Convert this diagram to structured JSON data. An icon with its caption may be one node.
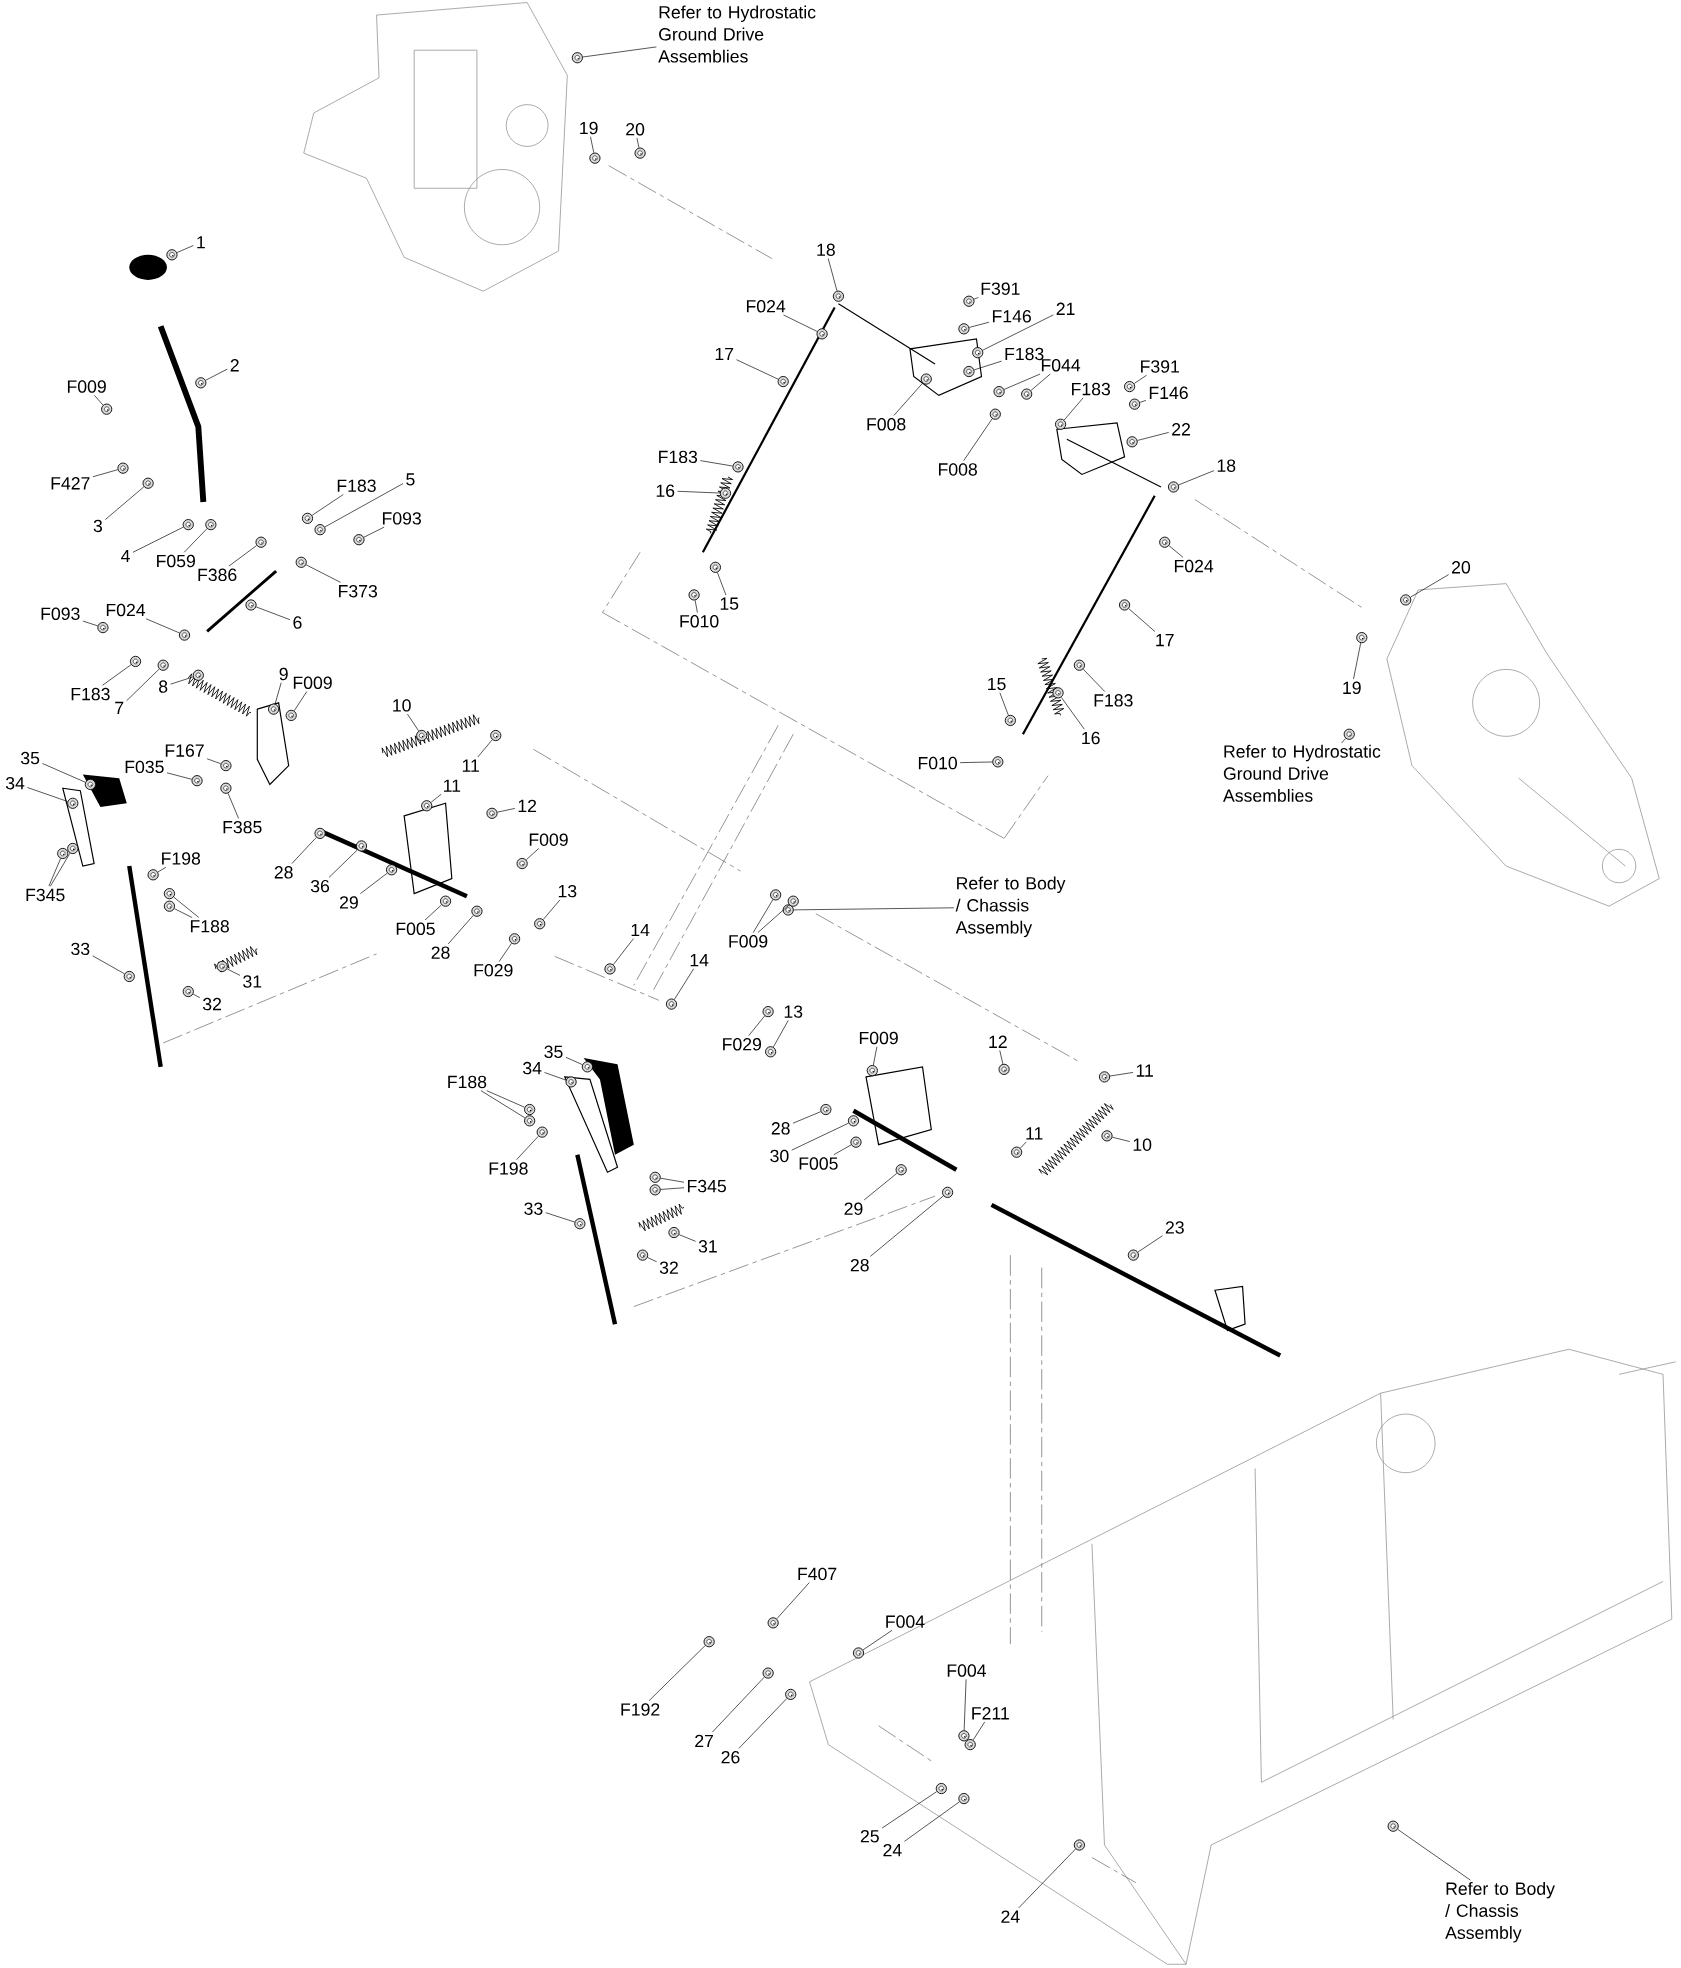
{
  "diagram": {
    "nodes": [
      {
        "text": [
          "Refer to Hydrostatic Ground Drive Assemblies"
        ]
      },
      {
        "text": [
          "19"
        ]
      },
      {
        "text": [
          "20"
        ]
      },
      {
        "text": [
          "1"
        ]
      },
      {
        "text": [
          "18"
        ]
      },
      {
        "text": [
          "F391"
        ]
      },
      {
        "text": [
          "F024"
        ]
      },
      {
        "text": [
          "F146"
        ]
      },
      {
        "text": [
          "21"
        ]
      },
      {
        "text": [
          "17"
        ]
      },
      {
        "text": [
          "F183"
        ]
      },
      {
        "text": [
          "F044"
        ]
      },
      {
        "text": [
          "2"
        ]
      },
      {
        "text": [
          "F391"
        ]
      },
      {
        "text": [
          "F009"
        ]
      },
      {
        "text": [
          "F183"
        ]
      },
      {
        "text": [
          "F146"
        ]
      },
      {
        "text": [
          "F008"
        ]
      },
      {
        "text": [
          "22"
        ]
      },
      {
        "text": [
          "F183"
        ]
      },
      {
        "text": [
          "F008"
        ]
      },
      {
        "text": [
          "18"
        ]
      },
      {
        "text": [
          "F427"
        ]
      },
      {
        "text": [
          "5"
        ]
      },
      {
        "text": [
          "F183"
        ]
      },
      {
        "text": [
          "16"
        ]
      },
      {
        "text": [
          "F093"
        ]
      },
      {
        "text": [
          "3"
        ]
      },
      {
        "text": [
          "4"
        ]
      },
      {
        "text": [
          "F059"
        ]
      },
      {
        "text": [
          "F024"
        ]
      },
      {
        "text": [
          "20"
        ]
      },
      {
        "text": [
          "F386"
        ]
      },
      {
        "text": [
          "F373"
        ]
      },
      {
        "text": [
          "15"
        ]
      },
      {
        "text": [
          "F024"
        ]
      },
      {
        "text": [
          "F093"
        ]
      },
      {
        "text": [
          "F010"
        ]
      },
      {
        "text": [
          "6"
        ]
      },
      {
        "text": [
          "17"
        ]
      },
      {
        "text": [
          "9"
        ]
      },
      {
        "text": [
          "F009"
        ]
      },
      {
        "text": [
          "15"
        ]
      },
      {
        "text": [
          "19"
        ]
      },
      {
        "text": [
          "8"
        ]
      },
      {
        "text": [
          "F183"
        ]
      },
      {
        "text": [
          "F183"
        ]
      },
      {
        "text": [
          "10"
        ]
      },
      {
        "text": [
          "7"
        ]
      },
      {
        "text": [
          "16"
        ]
      },
      {
        "text": [
          "F167"
        ]
      },
      {
        "text": [
          "Refer to Hydrostatic Ground Drive Assemblies"
        ]
      },
      {
        "text": [
          "35"
        ]
      },
      {
        "text": [
          "F010"
        ]
      },
      {
        "text": [
          "11"
        ]
      },
      {
        "text": [
          "F035"
        ]
      },
      {
        "text": [
          "34"
        ]
      },
      {
        "text": [
          "11"
        ]
      },
      {
        "text": [
          "12"
        ]
      },
      {
        "text": [
          "F385"
        ]
      },
      {
        "text": [
          "F009"
        ]
      },
      {
        "text": [
          "F198"
        ]
      },
      {
        "text": [
          "28"
        ]
      },
      {
        "text": [
          "Refer to Body / Chassis Assembly"
        ]
      },
      {
        "text": [
          "36"
        ]
      },
      {
        "text": [
          "13"
        ]
      },
      {
        "text": [
          "F345"
        ]
      },
      {
        "text": [
          "29"
        ]
      },
      {
        "text": [
          "F188"
        ]
      },
      {
        "text": [
          "F005"
        ]
      },
      {
        "text": [
          "14"
        ]
      },
      {
        "text": [
          "F009"
        ]
      },
      {
        "text": [
          "33"
        ]
      },
      {
        "text": [
          "28"
        ]
      },
      {
        "text": [
          "14"
        ]
      },
      {
        "text": [
          "F029"
        ]
      },
      {
        "text": [
          "31"
        ]
      },
      {
        "text": [
          "32"
        ]
      },
      {
        "text": [
          "13"
        ]
      },
      {
        "text": [
          "F009"
        ]
      },
      {
        "text": [
          "12"
        ]
      },
      {
        "text": [
          "F029"
        ]
      },
      {
        "text": [
          "35"
        ]
      },
      {
        "text": [
          "34"
        ]
      },
      {
        "text": [
          "11"
        ]
      },
      {
        "text": [
          "F188"
        ]
      },
      {
        "text": [
          "28"
        ]
      },
      {
        "text": [
          "11"
        ]
      },
      {
        "text": [
          "10"
        ]
      },
      {
        "text": [
          "30"
        ]
      },
      {
        "text": [
          "F005"
        ]
      },
      {
        "text": [
          "F198"
        ]
      },
      {
        "text": [
          "F345"
        ]
      },
      {
        "text": [
          "33"
        ]
      },
      {
        "text": [
          "29"
        ]
      },
      {
        "text": [
          "23"
        ]
      },
      {
        "text": [
          "31"
        ]
      },
      {
        "text": [
          "28"
        ]
      },
      {
        "text": [
          "32"
        ]
      },
      {
        "text": [
          "F407"
        ]
      },
      {
        "text": [
          "F004"
        ]
      },
      {
        "text": [
          "F004"
        ]
      },
      {
        "text": [
          "F192"
        ]
      },
      {
        "text": [
          "F211"
        ]
      },
      {
        "text": [
          "27"
        ]
      },
      {
        "text": [
          "26"
        ]
      },
      {
        "text": [
          "25"
        ]
      },
      {
        "text": [
          "24"
        ]
      },
      {
        "text": [
          "24"
        ]
      },
      {
        "text": [
          "Refer to Body / Chassis Assembly"
        ]
      },
      {
        "text": [],
        "shape": "picture"
      },
      {
        "text": [],
        "shape": "picture"
      },
      {
        "text": [],
        "shape": "picture"
      },
      {
        "text": [],
        "shape": "picture"
      },
      {
        "text": [],
        "shape": "picture"
      },
      {
        "text": [],
        "shape": "picture"
      },
      {
        "text": [],
        "shape": "picture"
      },
      {
        "text": [],
        "shape": "picture"
      },
      {
        "text": [],
        "shape": "picture"
      },
      {
        "text": [],
        "shape": "picture"
      },
      {
        "text": [],
        "shape": "picture"
      },
      {
        "text": [],
        "shape": "picture"
      },
      {
        "text": [],
        "shape": "picture"
      },
      {
        "text": [],
        "shape": "picture"
      },
      {
        "text": [],
        "shape": "picture"
      },
      {
        "text": [],
        "shape": "picture"
      },
      {
        "text": [],
        "shape": "picture"
      },
      {
        "text": [],
        "shape": "picture"
      },
      {
        "text": [],
        "shape": "picture"
      },
      {
        "text": [],
        "shape": "picture"
      },
      {
        "text": [],
        "shape": "picture"
      },
      {
        "text": [],
        "shape": "picture"
      },
      {
        "text": [],
        "shape": "picture"
      },
      {
        "text": [],
        "shape": "picture"
      },
      {
        "text": [],
        "shape": "picture"
      },
      {
        "text": [],
        "shape": "picture"
      },
      {
        "text": [],
        "shape": "picture"
      },
      {
        "text": [],
        "shape": "picture"
      },
      {
        "text": [],
        "shape": "picture"
      },
      {
        "text": [],
        "shape": "picture"
      },
      {
        "text": [],
        "shape": "picture"
      },
      {
        "text": [],
        "shape": "picture"
      },
      {
        "text": [],
        "shape": "picture"
      },
      {
        "text": [],
        "shape": "picture"
      },
      {
        "text": [],
        "shape": "picture"
      },
      {
        "text": [],
        "shape": "picture"
      },
      {
        "text": [],
        "shape": "picture"
      },
      {
        "text": [],
        "shape": "picture"
      },
      {
        "text": [],
        "shape": "picture"
      },
      {
        "text": [],
        "shape": "picture"
      },
      {
        "text": [],
        "shape": "picture"
      },
      {
        "text": [],
        "shape": "picture"
      },
      {
        "text": [],
        "shape": "picture"
      },
      {
        "text": [],
        "shape": "picture"
      },
      {
        "text": [],
        "shape": "picture"
      },
      {
        "text": [],
        "shape": "picture"
      },
      {
        "text": [],
        "shape": "picture"
      },
      {
        "text": [],
        "shape": "picture"
      },
      {
        "text": [],
        "shape": "picture"
      },
      {
        "text": [],
        "shape": "picture"
      },
      {
        "text": [],
        "shape": "picture"
      },
      {
        "text": [],
        "shape": "picture"
      },
      {
        "text": [],
        "shape": "picture"
      },
      {
        "text": [],
        "shape": "picture"
      },
      {
        "text": [],
        "shape": "picture"
      },
      {
        "text": [],
        "shape": "picture"
      },
      {
        "text": [],
        "shape": "picture"
      },
      {
        "text": [],
        "shape": "picture"
      },
      {
        "text": [],
        "shape": "picture"
      },
      {
        "text": [],
        "shape": "picture"
      },
      {
        "text": [],
        "shape": "picture"
      },
      {
        "text": [],
        "shape": "picture"
      },
      {
        "text": [],
        "shape": "picture"
      },
      {
        "text": [],
        "shape": "picture"
      },
      {
        "text": [],
        "shape": "picture"
      },
      {
        "text": [],
        "shape": "picture"
      },
      {
        "text": [],
        "shape": "picture"
      },
      {
        "text": [],
        "shape": "picture"
      },
      {
        "text": [],
        "shape": "picture"
      },
      {
        "text": [],
        "shape": "picture"
      },
      {
        "text": [],
        "shape": "picture"
      },
      {
        "text": [],
        "shape": "picture"
      },
      {
        "text": [],
        "shape": "picture"
      },
      {
        "text": [],
        "shape": "picture"
      },
      {
        "text": [],
        "shape": "picture"
      },
      {
        "text": [],
        "shape": "picture"
      },
      {
        "text": [],
        "shape": "picture"
      },
      {
        "text": [],
        "shape": "picture"
      },
      {
        "text": [],
        "shape": "picture"
      },
      {
        "text": [],
        "shape": "picture"
      },
      {
        "text": [],
        "shape": "picture"
      },
      {
        "text": [],
        "shape": "picture"
      },
      {
        "text": [],
        "shape": "picture"
      },
      {
        "text": [],
        "shape": "picture"
      },
      {
        "text": [],
        "shape": "picture"
      },
      {
        "text": [],
        "shape": "picture"
      },
      {
        "text": [],
        "shape": "picture"
      },
      {
        "text": [],
        "shape": "picture"
      },
      {
        "text": [],
        "shape": "picture"
      },
      {
        "text": [],
        "shape": "picture"
      },
      {
        "text": [],
        "shape": "picture"
      },
      {
        "text": [],
        "shape": "picture"
      },
      {
        "text": [],
        "shape": "picture"
      },
      {
        "text": [],
        "shape": "picture"
      },
      {
        "text": [],
        "shape": "picture"
      },
      {
        "text": [],
        "shape": "picture"
      },
      {
        "text": [],
        "shape": "picture"
      },
      {
        "text": [],
        "shape": "picture"
      },
      {
        "text": [],
        "shape": "picture"
      },
      {
        "text": [],
        "shape": "picture"
      },
      {
        "text": [],
        "shape": "picture"
      },
      {
        "text": [],
        "shape": "picture"
      },
      {
        "text": [],
        "shape": "picture"
      },
      {
        "text": [],
        "shape": "picture"
      },
      {
        "text": [],
        "shape": "picture"
      },
      {
        "text": [],
        "shape": "picture"
      },
      {
        "text": [],
        "shape": "picture"
      },
      {
        "text": [],
        "shape": "picture"
      },
      {
        "text": [],
        "shape": "picture"
      },
      {
        "text": [],
        "shape": "picture"
      },
      {
        "text": [],
        "shape": "picture"
      },
      {
        "text": [],
        "shape": "picture"
      },
      {
        "text": [],
        "shape": "picture"
      },
      {
        "text": [],
        "shape": "picture"
      },
      {
        "text": [],
        "shape": "picture"
      },
      {
        "text": [],
        "shape": "picture"
      }
    ],
    "edges": [
      {
        "from": 0,
        "to": 110,
        "arrow": "none"
      },
      {
        "from": 1,
        "to": 111,
        "arrow": "none"
      },
      {
        "from": 2,
        "to": 112,
        "arrow": "none"
      },
      {
        "from": 3,
        "to": 113,
        "arrow": "none"
      },
      {
        "from": 4,
        "to": 114,
        "arrow": "none"
      },
      {
        "from": 5,
        "to": 115,
        "arrow": "none"
      },
      {
        "from": 6,
        "to": 116,
        "arrow": "none"
      },
      {
        "from": 7,
        "to": 117,
        "arrow": "none"
      },
      {
        "from": 8,
        "to": 118,
        "arrow": "none"
      },
      {
        "from": 9,
        "to": 119,
        "arrow": "none"
      },
      {
        "from": 10,
        "to": 120,
        "arrow": "none"
      },
      {
        "from": 11,
        "to": 121,
        "arrow": "none"
      },
      {
        "from": 11,
        "to": 122,
        "arrow": "none"
      },
      {
        "from": 12,
        "to": 123,
        "arrow": "none"
      },
      {
        "from": 13,
        "to": 124,
        "arrow": "none"
      },
      {
        "from": 14,
        "to": 125,
        "arrow": "none"
      },
      {
        "from": 15,
        "to": 126,
        "arrow": "none"
      },
      {
        "from": 16,
        "to": 127,
        "arrow": "none"
      },
      {
        "from": 17,
        "to": 128,
        "arrow": "none"
      },
      {
        "from": 18,
        "to": 129,
        "arrow": "none"
      },
      {
        "from": 19,
        "to": 130,
        "arrow": "none"
      },
      {
        "from": 20,
        "to": 131,
        "arrow": "none"
      },
      {
        "from": 21,
        "to": 132,
        "arrow": "none"
      },
      {
        "from": 22,
        "to": 133,
        "arrow": "none"
      },
      {
        "from": 23,
        "to": 134,
        "arrow": "none"
      },
      {
        "from": 24,
        "to": 135,
        "arrow": "none"
      },
      {
        "from": 25,
        "to": 136,
        "arrow": "none"
      },
      {
        "from": 26,
        "to": 137,
        "arrow": "none"
      },
      {
        "from": 27,
        "to": 138,
        "arrow": "none"
      },
      {
        "from": 28,
        "to": 139,
        "arrow": "none"
      },
      {
        "from": 29,
        "to": 140,
        "arrow": "none"
      },
      {
        "from": 30,
        "to": 141,
        "arrow": "none"
      },
      {
        "from": 31,
        "to": 142,
        "arrow": "none"
      },
      {
        "from": 32,
        "to": 143,
        "arrow": "none"
      },
      {
        "from": 33,
        "to": 144,
        "arrow": "none"
      },
      {
        "from": 34,
        "to": 145,
        "arrow": "none"
      },
      {
        "from": 35,
        "to": 146,
        "arrow": "none"
      },
      {
        "from": 36,
        "to": 147,
        "arrow": "none"
      },
      {
        "from": 37,
        "to": 148,
        "arrow": "none"
      },
      {
        "from": 38,
        "to": 149,
        "arrow": "none"
      },
      {
        "from": 39,
        "to": 150,
        "arrow": "none"
      },
      {
        "from": 40,
        "to": 151,
        "arrow": "none"
      },
      {
        "from": 41,
        "to": 152,
        "arrow": "none"
      },
      {
        "from": 42,
        "to": 153,
        "arrow": "none"
      },
      {
        "from": 43,
        "to": 154,
        "arrow": "none"
      },
      {
        "from": 44,
        "to": 155,
        "arrow": "none"
      },
      {
        "from": 45,
        "to": 156,
        "arrow": "none"
      },
      {
        "from": 46,
        "to": 157,
        "arrow": "none"
      },
      {
        "from": 47,
        "to": 158,
        "arrow": "none"
      },
      {
        "from": 48,
        "to": 159,
        "arrow": "none"
      },
      {
        "from": 49,
        "to": 160,
        "arrow": "none"
      },
      {
        "from": 50,
        "to": 161,
        "arrow": "none"
      },
      {
        "from": 51,
        "to": 162,
        "arrow": "none"
      },
      {
        "from": 52,
        "to": 163,
        "arrow": "none"
      },
      {
        "from": 53,
        "to": 164,
        "arrow": "none"
      },
      {
        "from": 54,
        "to": 165,
        "arrow": "none"
      },
      {
        "from": 55,
        "to": 166,
        "arrow": "none"
      },
      {
        "from": 56,
        "to": 167,
        "arrow": "none"
      },
      {
        "from": 57,
        "to": 168,
        "arrow": "none"
      },
      {
        "from": 58,
        "to": 169,
        "arrow": "none"
      },
      {
        "from": 59,
        "to": 170,
        "arrow": "none"
      },
      {
        "from": 60,
        "to": 171,
        "arrow": "none"
      },
      {
        "from": 61,
        "to": 172,
        "arrow": "none"
      },
      {
        "from": 62,
        "to": 173,
        "arrow": "none"
      },
      {
        "from": 63,
        "to": 174,
        "arrow": "none"
      },
      {
        "from": 64,
        "to": 175,
        "arrow": "none"
      },
      {
        "from": 65,
        "to": 176,
        "arrow": "none"
      },
      {
        "from": 66,
        "to": 177,
        "arrow": "none"
      },
      {
        "from": 66,
        "to": 178,
        "arrow": "none"
      },
      {
        "from": 67,
        "to": 179,
        "arrow": "none"
      },
      {
        "from": 68,
        "to": 180,
        "arrow": "none"
      },
      {
        "from": 68,
        "to": 181,
        "arrow": "none"
      },
      {
        "from": 69,
        "to": 182,
        "arrow": "none"
      },
      {
        "from": 70,
        "to": 183,
        "arrow": "none"
      },
      {
        "from": 71,
        "to": 184,
        "arrow": "none"
      },
      {
        "from": 71,
        "to": 185,
        "arrow": "none"
      },
      {
        "from": 72,
        "to": 186,
        "arrow": "none"
      },
      {
        "from": 73,
        "to": 187,
        "arrow": "none"
      },
      {
        "from": 74,
        "to": 188,
        "arrow": "none"
      },
      {
        "from": 75,
        "to": 189,
        "arrow": "none"
      },
      {
        "from": 76,
        "to": 190,
        "arrow": "none"
      },
      {
        "from": 77,
        "to": 191,
        "arrow": "none"
      },
      {
        "from": 78,
        "to": 192,
        "arrow": "none"
      },
      {
        "from": 79,
        "to": 193,
        "arrow": "none"
      },
      {
        "from": 80,
        "to": 194,
        "arrow": "none"
      },
      {
        "from": 81,
        "to": 195,
        "arrow": "none"
      },
      {
        "from": 82,
        "to": 196,
        "arrow": "none"
      },
      {
        "from": 83,
        "to": 197,
        "arrow": "none"
      },
      {
        "from": 84,
        "to": 198,
        "arrow": "none"
      },
      {
        "from": 85,
        "to": 199,
        "arrow": "none"
      },
      {
        "from": 85,
        "to": 200,
        "arrow": "none"
      },
      {
        "from": 86,
        "to": 201,
        "arrow": "none"
      },
      {
        "from": 87,
        "to": 202,
        "arrow": "none"
      },
      {
        "from": 88,
        "to": 203,
        "arrow": "none"
      },
      {
        "from": 89,
        "to": 204,
        "arrow": "none"
      },
      {
        "from": 90,
        "to": 205,
        "arrow": "none"
      },
      {
        "from": 91,
        "to": 206,
        "arrow": "none"
      },
      {
        "from": 92,
        "to": 207,
        "arrow": "none"
      },
      {
        "from": 92,
        "to": 208,
        "arrow": "none"
      },
      {
        "from": 93,
        "to": 209,
        "arrow": "none"
      },
      {
        "from": 94,
        "to": 210,
        "arrow": "none"
      },
      {
        "from": 95,
        "to": 211,
        "arrow": "none"
      },
      {
        "from": 96,
        "to": 212,
        "arrow": "none"
      },
      {
        "from": 97,
        "to": 213,
        "arrow": "none"
      },
      {
        "from": 98,
        "to": 214,
        "arrow": "none"
      },
      {
        "from": 99,
        "to": 215,
        "arrow": "none"
      },
      {
        "from": 100,
        "to": 216,
        "arrow": "none"
      },
      {
        "from": 101,
        "to": 217,
        "arrow": "none"
      },
      {
        "from": 102,
        "to": 218,
        "arrow": "none"
      },
      {
        "from": 103,
        "to": 219,
        "arrow": "none"
      },
      {
        "from": 104,
        "to": 220,
        "arrow": "none"
      },
      {
        "from": 105,
        "to": 221,
        "arrow": "none"
      },
      {
        "from": 106,
        "to": 222,
        "arrow": "none"
      },
      {
        "from": 107,
        "to": 223,
        "arrow": "none"
      },
      {
        "from": 108,
        "to": 224,
        "arrow": "none"
      },
      {
        "from": 109,
        "to": 225,
        "arrow": "none"
      }
    ]
  }
}
